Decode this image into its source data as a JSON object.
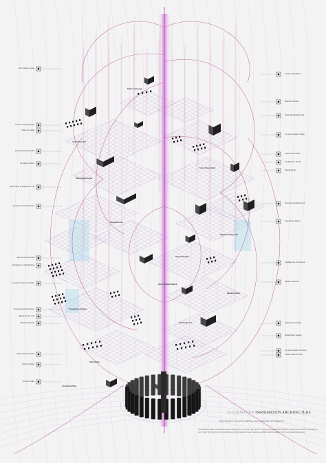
{
  "poster": {
    "title_kicker": "IN-FORMATION",
    "title_main": "INFORMATION ARCHITECTURE",
    "quote": "\"If architecture is the art of ordering, then information is its material.\"",
    "body": "The diagram maps a single data spine rising from a circular ring of server racks, with platforms of devices, rooms and sensors branching at each level; curving lines trace the flows of information between stations, archives and the public realm surrounding the tower."
  },
  "labels": {
    "left": [
      "Information Kiosk",
      "Sensor Array Module",
      "Data Terminal",
      "Recording Unit Node",
      "Storage Cluster",
      "Recording & Playback Unit",
      "Climate Control Monitor",
      "Server Access Hub",
      "Navigation & Wayfinding",
      "Acoustic Sensor Module",
      "Environmental Monitor",
      "Signal Relay Unit",
      "Network Switch",
      "Transmission Node",
      "Control Panel",
      "Access Gate"
    ],
    "right": [
      "Visitor Navigation",
      "Display Screen",
      "Audio Broadcast Unit",
      "Communication Node",
      "Archive Terminal",
      "Intelligence Node",
      "Signal Relay",
      "Environmental Sensor",
      "Interaction Panel",
      "Intelligence Processor",
      "Motion Detector",
      "Lighting Controller",
      "Data Relay Station",
      "Communication Archive",
      "Public Access Point"
    ],
    "captions": [
      "Main Level Storage",
      "Central Data Hub",
      "Deep Storage Archive",
      "Server Room Cluster",
      "Interaction Zone",
      "Signal Processing Level",
      "Observation Deck",
      "Data Exchange Platform",
      "Research Station",
      "Transmission Chamber",
      "Monitoring Level",
      "Relay Station",
      "Ground Data Ring"
    ]
  },
  "colors": {
    "background": "#f4f3f4",
    "grid_line": "#c8b8d8",
    "flow_line": "#b0487e",
    "spine": "#d8a0e0",
    "device": "#1f1f1f",
    "accent_cyan": "#9ad8ea"
  }
}
